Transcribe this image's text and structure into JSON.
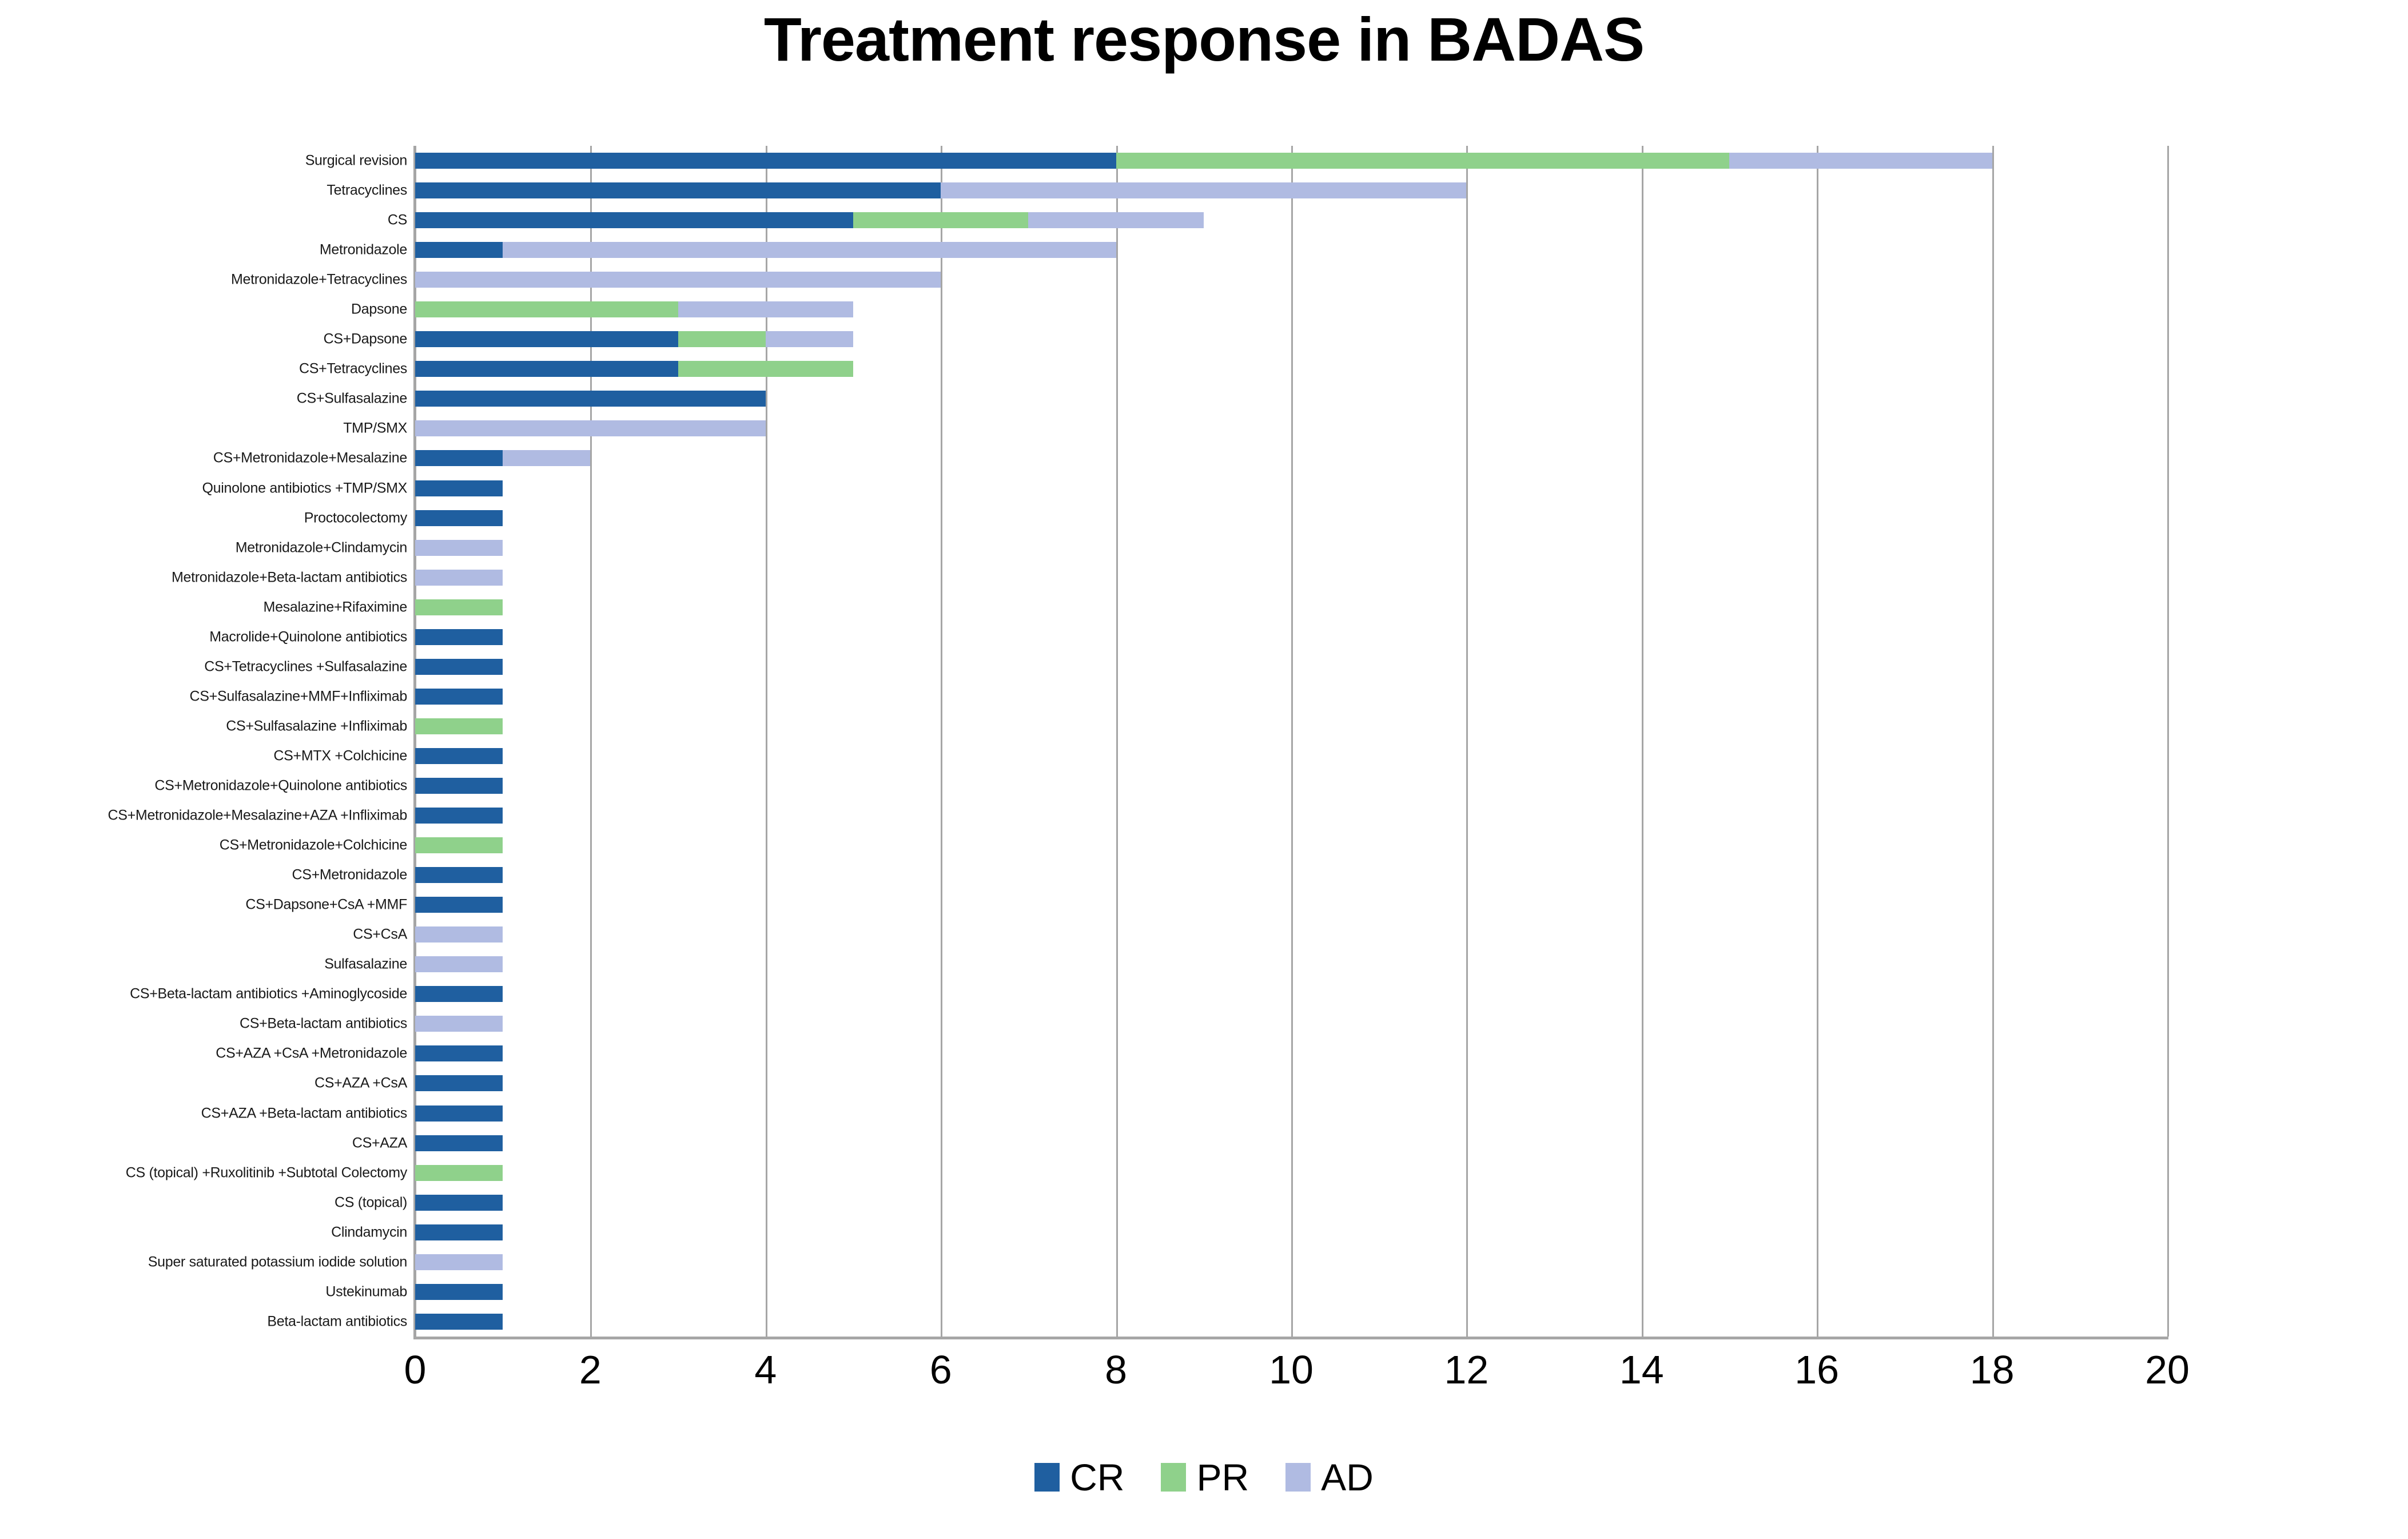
{
  "chart_data": {
    "type": "bar",
    "orientation": "horizontal",
    "stacked": true,
    "title": "Treatment response in BADAS",
    "xlabel": "",
    "ylabel": "",
    "xlim": [
      0,
      20
    ],
    "xticks": [
      0,
      2,
      4,
      6,
      8,
      10,
      12,
      14,
      16,
      18,
      20
    ],
    "grid": "vertical",
    "legend_position": "bottom",
    "series": [
      {
        "name": "CR",
        "color": "#1f5fa0"
      },
      {
        "name": "PR",
        "color": "#8fd18b"
      },
      {
        "name": "AD",
        "color": "#b0bbe2"
      }
    ],
    "categories": [
      "Surgical revision",
      "Tetracyclines",
      "CS",
      "Metronidazole",
      "Metronidazole+Tetracyclines",
      "Dapsone",
      "CS+Dapsone",
      "CS+Tetracyclines",
      "CS+Sulfasalazine",
      "TMP/SMX",
      "CS+Metronidazole+Mesalazine",
      "Quinolone antibiotics +TMP/SMX",
      "Proctocolectomy",
      "Metronidazole+Clindamycin",
      "Metronidazole+Beta-lactam antibiotics",
      "Mesalazine+Rifaximine",
      "Macrolide+Quinolone antibiotics",
      "CS+Tetracyclines +Sulfasalazine",
      "CS+Sulfasalazine+MMF+Infliximab",
      "CS+Sulfasalazine +Infliximab",
      "CS+MTX +Colchicine",
      "CS+Metronidazole+Quinolone antibiotics",
      "CS+Metronidazole+Mesalazine+AZA +Infliximab",
      "CS+Metronidazole+Colchicine",
      "CS+Metronidazole",
      "CS+Dapsone+CsA +MMF",
      "CS+CsA",
      "Sulfasalazine",
      "CS+Beta-lactam antibiotics +Aminoglycoside",
      "CS+Beta-lactam antibiotics",
      "CS+AZA +CsA +Metronidazole",
      "CS+AZA +CsA",
      "CS+AZA +Beta-lactam antibiotics",
      "CS+AZA",
      "CS (topical) +Ruxolitinib +Subtotal Colectomy",
      "CS (topical)",
      "Clindamycin",
      "Super saturated potassium iodide solution",
      "Ustekinumab",
      "Beta-lactam antibiotics"
    ],
    "values": {
      "CR": [
        8,
        6,
        5,
        1,
        0,
        0,
        3,
        3,
        4,
        0,
        1,
        1,
        1,
        0,
        0,
        0,
        1,
        1,
        1,
        0,
        1,
        1,
        1,
        0,
        1,
        1,
        0,
        0,
        1,
        0,
        1,
        1,
        1,
        1,
        0,
        1,
        1,
        0,
        1,
        1
      ],
      "PR": [
        7,
        0,
        2,
        0,
        0,
        3,
        1,
        2,
        0,
        0,
        0,
        0,
        0,
        0,
        0,
        1,
        0,
        0,
        0,
        1,
        0,
        0,
        0,
        1,
        0,
        0,
        0,
        0,
        0,
        0,
        0,
        0,
        0,
        0,
        1,
        0,
        0,
        0,
        0,
        0
      ],
      "AD": [
        3,
        6,
        2,
        7,
        6,
        2,
        1,
        0,
        0,
        4,
        1,
        0,
        0,
        1,
        1,
        0,
        0,
        0,
        0,
        0,
        0,
        0,
        0,
        0,
        0,
        0,
        1,
        1,
        0,
        1,
        0,
        0,
        0,
        0,
        0,
        0,
        0,
        1,
        0,
        0
      ]
    },
    "totals": [
      18,
      12,
      9,
      8,
      6,
      5,
      5,
      5,
      4,
      4,
      2,
      1,
      1,
      1,
      1,
      1,
      1,
      1,
      1,
      1,
      1,
      1,
      1,
      1,
      1,
      1,
      1,
      1,
      1,
      1,
      1,
      1,
      1,
      1,
      1,
      1,
      1,
      1,
      1,
      1
    ]
  },
  "legend": {
    "items": [
      {
        "label": "CR",
        "color": "#1f5fa0"
      },
      {
        "label": "PR",
        "color": "#8fd18b"
      },
      {
        "label": "AD",
        "color": "#b0bbe2"
      }
    ]
  }
}
